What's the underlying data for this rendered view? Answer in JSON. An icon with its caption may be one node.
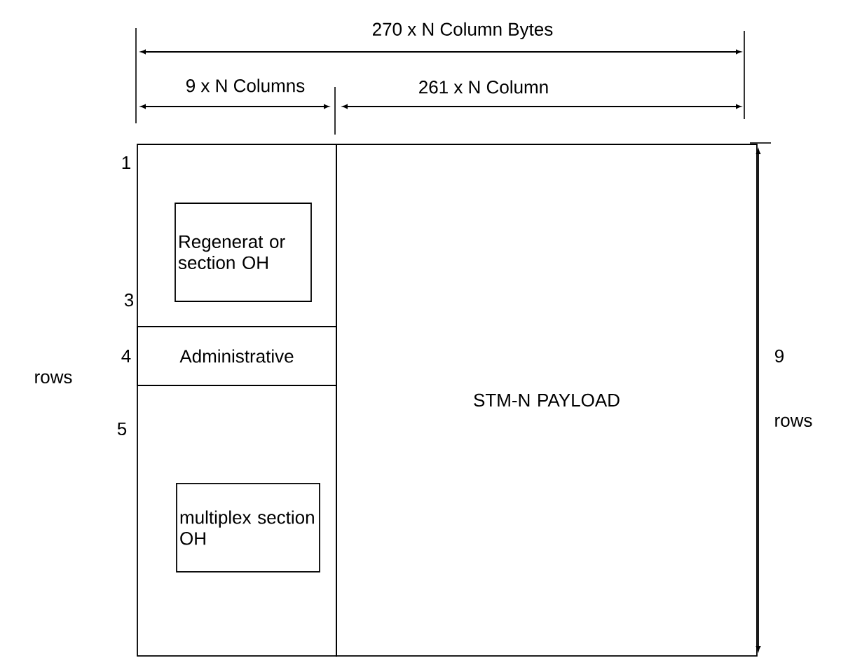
{
  "diagram": {
    "nodes": [
      {
        "text": [
          "Regenerat or section OH"
        ]
      },
      {
        "text": [
          "Administrative"
        ]
      },
      {
        "text": [
          "multiplex section OH"
        ]
      },
      {
        "text": [
          "STM-N PAYLOAD"
        ]
      }
    ],
    "labels": [
      "270 x N Column Bytes",
      "9 x N Columns",
      "261 x N Column",
      "1",
      "3",
      "rows",
      "4",
      "9",
      "5",
      "rows"
    ]
  }
}
